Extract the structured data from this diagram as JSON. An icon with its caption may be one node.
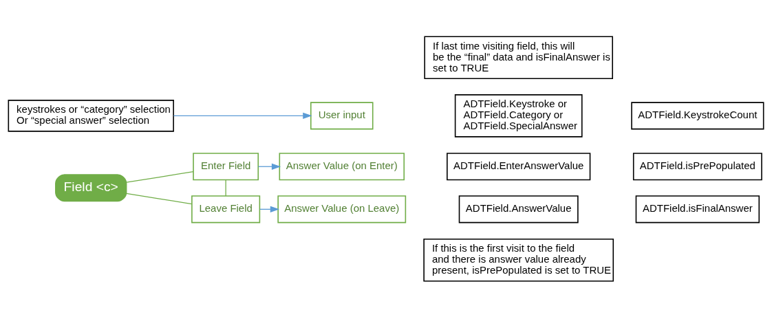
{
  "diagram": {
    "nodes": [
      {
        "text": [
          "If this is the first visit to the field and there is answer value already present, isPrePopulated is set to TRUE"
        ]
      },
      {
        "text": [
          "Field <c>"
        ]
      },
      {
        "text": [
          "Enter Field"
        ]
      },
      {
        "text": [
          "Answer Value (on Enter)"
        ]
      },
      {
        "text": [
          "ADTField.EnterAnswerValue"
        ]
      },
      {
        "text": [
          "ADTField.isPrePopulated"
        ]
      },
      {
        "text": [
          "keystrokes or “category” selection Or “special answer” selection"
        ]
      },
      {
        "text": [
          "User input"
        ]
      },
      {
        "text": [
          "ADTField.Keystroke or ADTField.Category or ADTField.SpecialAnswer"
        ]
      },
      {
        "text": [
          "ADTField.KeystrokeCount"
        ]
      },
      {
        "text": [
          "Leave Field"
        ]
      },
      {
        "text": [
          "Answer Value (on Leave)"
        ]
      },
      {
        "text": [
          "ADTField.AnswerValue"
        ]
      },
      {
        "text": [
          "ADTField.isFinalAnswer"
        ]
      },
      {
        "text": [
          "If last time visiting field, this will be the “final” data and isFinalAnswer is set to TRUE"
        ]
      }
    ],
    "edges": [
      {
        "from": 1,
        "to": 2,
        "arrow": "none",
        "color": "#70ad47"
      },
      {
        "from": 2,
        "to": 10,
        "arrow": "none",
        "color": "#70ad47"
      },
      {
        "from": 1,
        "to": 10,
        "arrow": "none",
        "color": "#70ad47"
      },
      {
        "from": 2,
        "to": 3,
        "arrow": "to",
        "color": "#5b9bd5"
      },
      {
        "from": 6,
        "to": 7,
        "arrow": "to",
        "color": "#5b9bd5"
      },
      {
        "from": 10,
        "to": 11,
        "arrow": "to",
        "color": "#5b9bd5"
      }
    ]
  }
}
